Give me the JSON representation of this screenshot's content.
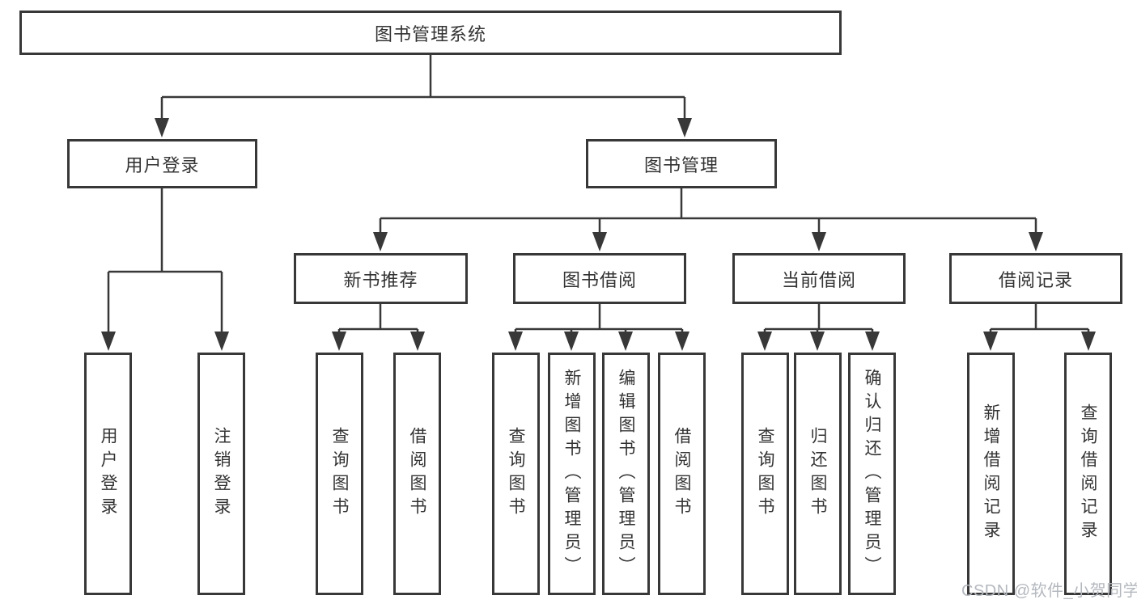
{
  "diagram": {
    "root": "图书管理系统",
    "level2": {
      "user_login": "用户登录",
      "book_management": "图书管理"
    },
    "level3": {
      "new_book_recommend": "新书推荐",
      "book_borrow": "图书借阅",
      "current_borrow": "当前借阅",
      "borrow_records": "借阅记录"
    },
    "leaves": {
      "user_login": "用户登录",
      "logout": "注销登录",
      "rec_query_books": "查询图书",
      "rec_borrow_books": "借阅图书",
      "borrow_query_books": "查询图书",
      "borrow_add_books": "新增图书（管理员）",
      "borrow_edit_books": "编辑图书（管理员）",
      "borrow_borrow_books": "借阅图书",
      "current_query_books": "查询图书",
      "current_return_books": "归还图书",
      "current_confirm_return": "确认归还（管理员）",
      "records_add_record": "新增借阅记录",
      "records_query_record": "查询借阅记录"
    }
  },
  "watermark": "CSDN @软件_小贺同学",
  "colors": {
    "line": "#383838",
    "box_border": "#383838",
    "text": "#333333",
    "watermark": "#b4b8be",
    "background": "#ffffff"
  }
}
